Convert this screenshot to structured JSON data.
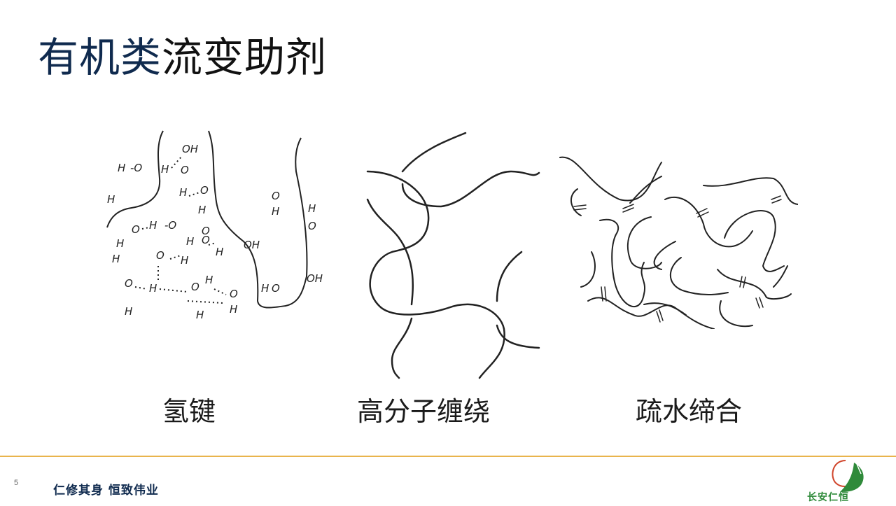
{
  "slide": {
    "title_part1": "有机类",
    "title_part2": "流变助剂",
    "figures": [
      {
        "id": "hydrogen-bond",
        "caption": "氢键",
        "description": "hydroxyl groups forming hydrogen bonds between polymer chains"
      },
      {
        "id": "polymer-entanglement",
        "caption": "高分子缠绕",
        "description": "entangled polymer chains"
      },
      {
        "id": "hydrophobic-association",
        "caption": "疏水缔合",
        "description": "hydrophobically associated chain network"
      }
    ],
    "labels": {
      "oh": "O",
      "h": "H"
    }
  },
  "footer": {
    "page_number": "5",
    "slogan": "仁修其身  恒致伟业",
    "logo_text": "长安仁恒",
    "line_color": "#e9b44c",
    "logo_green": "#2f8a3a",
    "logo_red": "#d0442a"
  }
}
